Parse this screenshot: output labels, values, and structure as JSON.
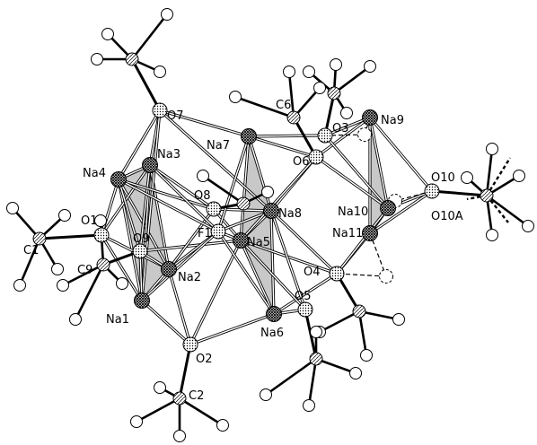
{
  "figure": {
    "labels": {
      "Na1": "Na1",
      "Na2": "Na2",
      "Na3": "Na3",
      "Na4": "Na4",
      "Na5": "Na5",
      "Na6": "Na6",
      "Na7": "Na7",
      "Na8": "Na8",
      "Na9": "Na9",
      "Na10": "Na10",
      "Na11": "Na11",
      "O1": "O1",
      "O2": "O2",
      "O3": "O3",
      "O4": "O4",
      "O5": "O5",
      "O6": "O6",
      "O7": "O7",
      "O8": "O8",
      "O9": "O9",
      "O10": "O10",
      "O10A": "O10A",
      "C1": "C1",
      "C2": "C2",
      "C6": "C6",
      "C9": "C9",
      "F1": "F1"
    },
    "colors": {
      "ink": "#000000",
      "background": "#ffffff",
      "na_fill": "#777777",
      "o_fill": "#e6e6e6",
      "c_fill": "#f0f0f0",
      "h_fill": "#ffffff",
      "polyhedron": "#9a9a9a"
    }
  }
}
